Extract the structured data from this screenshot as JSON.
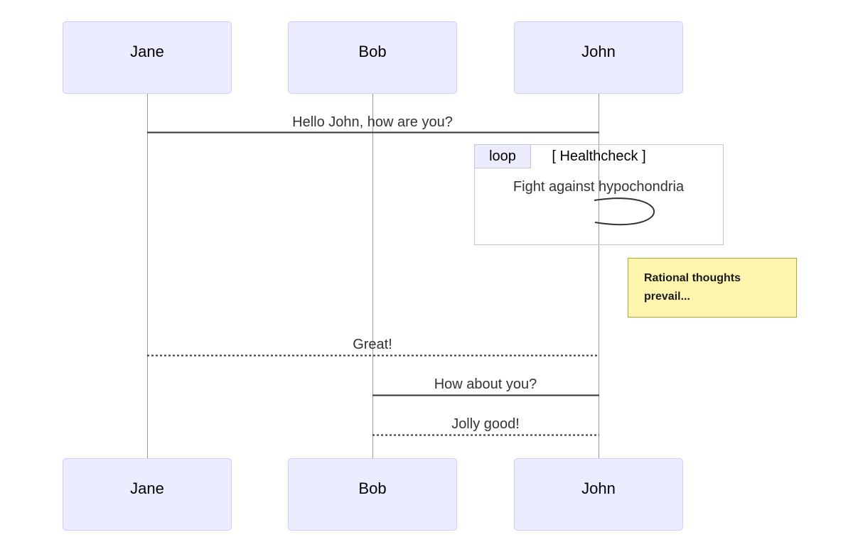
{
  "colors": {
    "actor_fill": "#ECECFF",
    "actor_border": "#CCCCFF",
    "actor_text": "#000000",
    "lifeline": "#999999",
    "line": "#333333",
    "message_text": "#333333",
    "loop_border": "#C3C3E0",
    "note_fill": "#FFF5AD",
    "note_border": "#AAAA33"
  },
  "diagram": {
    "type": "sequence-diagram",
    "actors": [
      {
        "name": "Jane"
      },
      {
        "name": "Bob"
      },
      {
        "name": "John"
      }
    ],
    "messages": [
      {
        "from": "Jane",
        "to": "John",
        "text": "Hello John, how are you?",
        "line": "solid"
      },
      {
        "from": "John",
        "to": "John",
        "text": "Fight against hypochondria",
        "line": "self"
      },
      {
        "from": "John",
        "to": "Jane",
        "text": "Great!",
        "line": "dashed"
      },
      {
        "from": "John",
        "to": "Bob",
        "text": "How about you?",
        "line": "solid"
      },
      {
        "from": "Bob",
        "to": "John",
        "text": "Jolly good!",
        "line": "dashed"
      }
    ],
    "loop": {
      "label": "loop",
      "condition": "[ Healthcheck ]"
    },
    "note": {
      "text": "Rational thoughts prevail...",
      "position": "right of John"
    }
  }
}
